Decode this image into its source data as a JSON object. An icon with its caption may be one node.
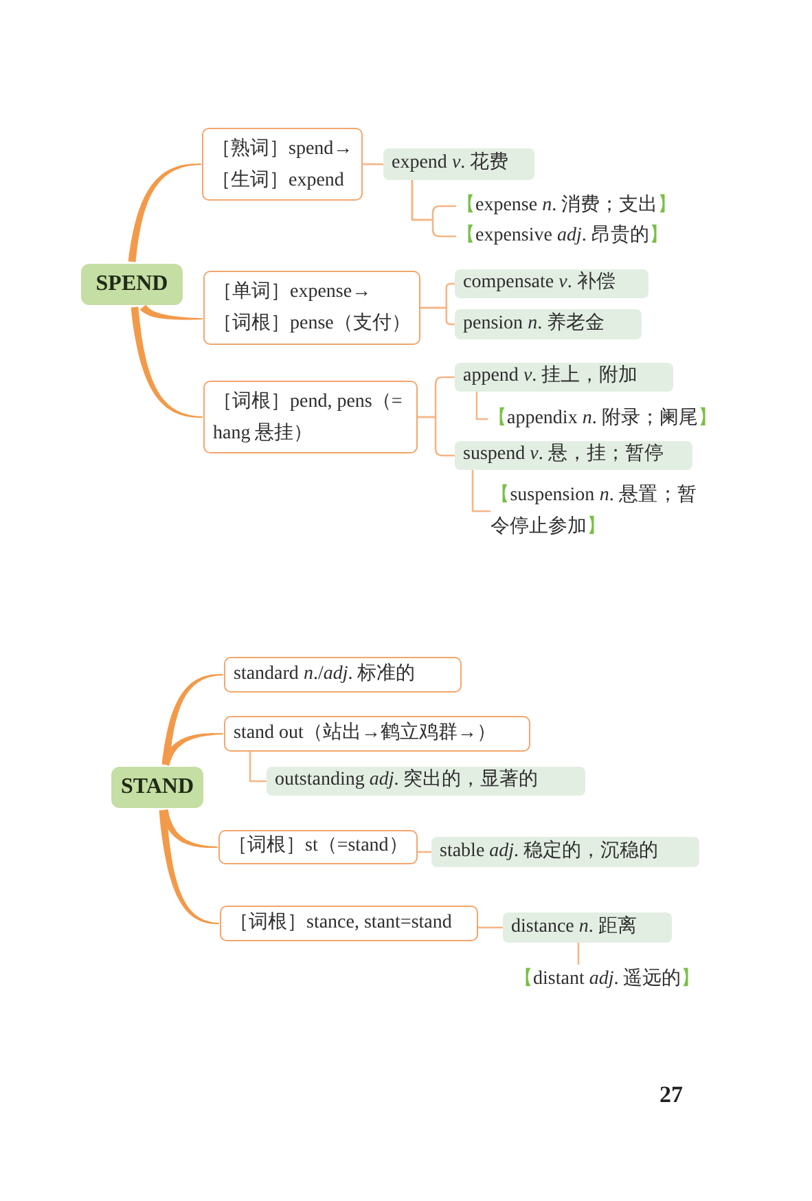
{
  "diagram": {
    "nodes": [
      {
        "text": [
          "SPEND"
        ]
      },
      {
        "text": [
          "［熟词］spend→",
          "［生词］expend"
        ]
      },
      {
        "text": [
          "expend *v*. 花费"
        ]
      },
      {
        "text": [
          "【expense *n*. 消费；支出】"
        ]
      },
      {
        "text": [
          "【expensive *adj*. 昂贵的】"
        ]
      },
      {
        "text": [
          "［单词］expense→",
          "［词根］pense（支付）"
        ]
      },
      {
        "text": [
          "compensate *v*. 补偿"
        ]
      },
      {
        "text": [
          "pension *n*. 养老金"
        ]
      },
      {
        "text": [
          "［词根］pend, pens（=hang 悬挂）"
        ]
      },
      {
        "text": [
          "append *v*. 挂上，附加"
        ]
      },
      {
        "text": [
          "【appendix *n*. 附录；阑尾】"
        ]
      },
      {
        "text": [
          "suspend *v*. 悬，挂；暂停"
        ]
      },
      {
        "text": [
          "【suspension *n*. 悬置；暂令停止参加】"
        ]
      },
      {
        "text": [
          "STAND"
        ]
      },
      {
        "text": [
          "standard *n*./*adj*. 标准的"
        ]
      },
      {
        "text": [
          "stand out（站出→鹤立鸡群→）"
        ]
      },
      {
        "text": [
          "outstanding *adj*. 突出的，显著的"
        ]
      },
      {
        "text": [
          "［词根］st（=stand）"
        ]
      },
      {
        "text": [
          "stable *adj*. 稳定的，沉稳的"
        ]
      },
      {
        "text": [
          "［词根］stance, stant=stand"
        ]
      },
      {
        "text": [
          "distance *n*. 距离"
        ]
      },
      {
        "text": [
          "【distant *adj*. 遥远的】"
        ]
      }
    ],
    "edges": [
      {
        "from": 0,
        "to": 1,
        "arrow": "none",
        "style": "thick",
        "color": "#f29a4a"
      },
      {
        "from": 0,
        "to": 5,
        "arrow": "none",
        "style": "thick",
        "color": "#f29a4a"
      },
      {
        "from": 0,
        "to": 8,
        "arrow": "none",
        "style": "thick",
        "color": "#f29a4a"
      },
      {
        "from": 1,
        "to": 2,
        "arrow": "none"
      },
      {
        "from": 2,
        "to": 3,
        "arrow": "none"
      },
      {
        "from": 2,
        "to": 4,
        "arrow": "none"
      },
      {
        "from": 5,
        "to": 6,
        "arrow": "none"
      },
      {
        "from": 5,
        "to": 7,
        "arrow": "none"
      },
      {
        "from": 8,
        "to": 9,
        "arrow": "none"
      },
      {
        "from": 8,
        "to": 11,
        "arrow": "none"
      },
      {
        "from": 9,
        "to": 10,
        "arrow": "none"
      },
      {
        "from": 11,
        "to": 12,
        "arrow": "none"
      },
      {
        "from": 13,
        "to": 14,
        "arrow": "none",
        "style": "thick",
        "color": "#f29a4a"
      },
      {
        "from": 13,
        "to": 15,
        "arrow": "none",
        "style": "thick",
        "color": "#f29a4a"
      },
      {
        "from": 13,
        "to": 17,
        "arrow": "none",
        "style": "thick",
        "color": "#f29a4a"
      },
      {
        "from": 13,
        "to": 19,
        "arrow": "none",
        "style": "thick",
        "color": "#f29a4a"
      },
      {
        "from": 15,
        "to": 16,
        "arrow": "none"
      },
      {
        "from": 17,
        "to": 18,
        "arrow": "none"
      },
      {
        "from": 19,
        "to": 20,
        "arrow": "none"
      },
      {
        "from": 20,
        "to": 21,
        "arrow": "none"
      }
    ],
    "labels": [
      "27"
    ]
  }
}
